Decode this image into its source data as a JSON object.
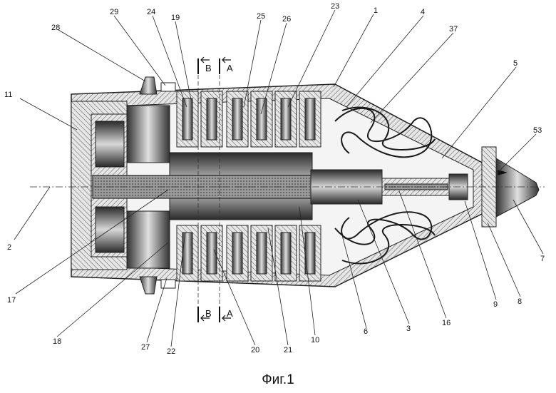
{
  "caption": "Фиг.1",
  "section_marks": [
    "B",
    "A",
    "B",
    "A"
  ],
  "part_labels": [
    "1",
    "2",
    "3",
    "4",
    "5",
    "6",
    "7",
    "8",
    "9",
    "10",
    "11",
    "16",
    "17",
    "18",
    "19",
    "20",
    "21",
    "22",
    "23",
    "24",
    "25",
    "26",
    "27",
    "28",
    "29",
    "37",
    "53"
  ]
}
